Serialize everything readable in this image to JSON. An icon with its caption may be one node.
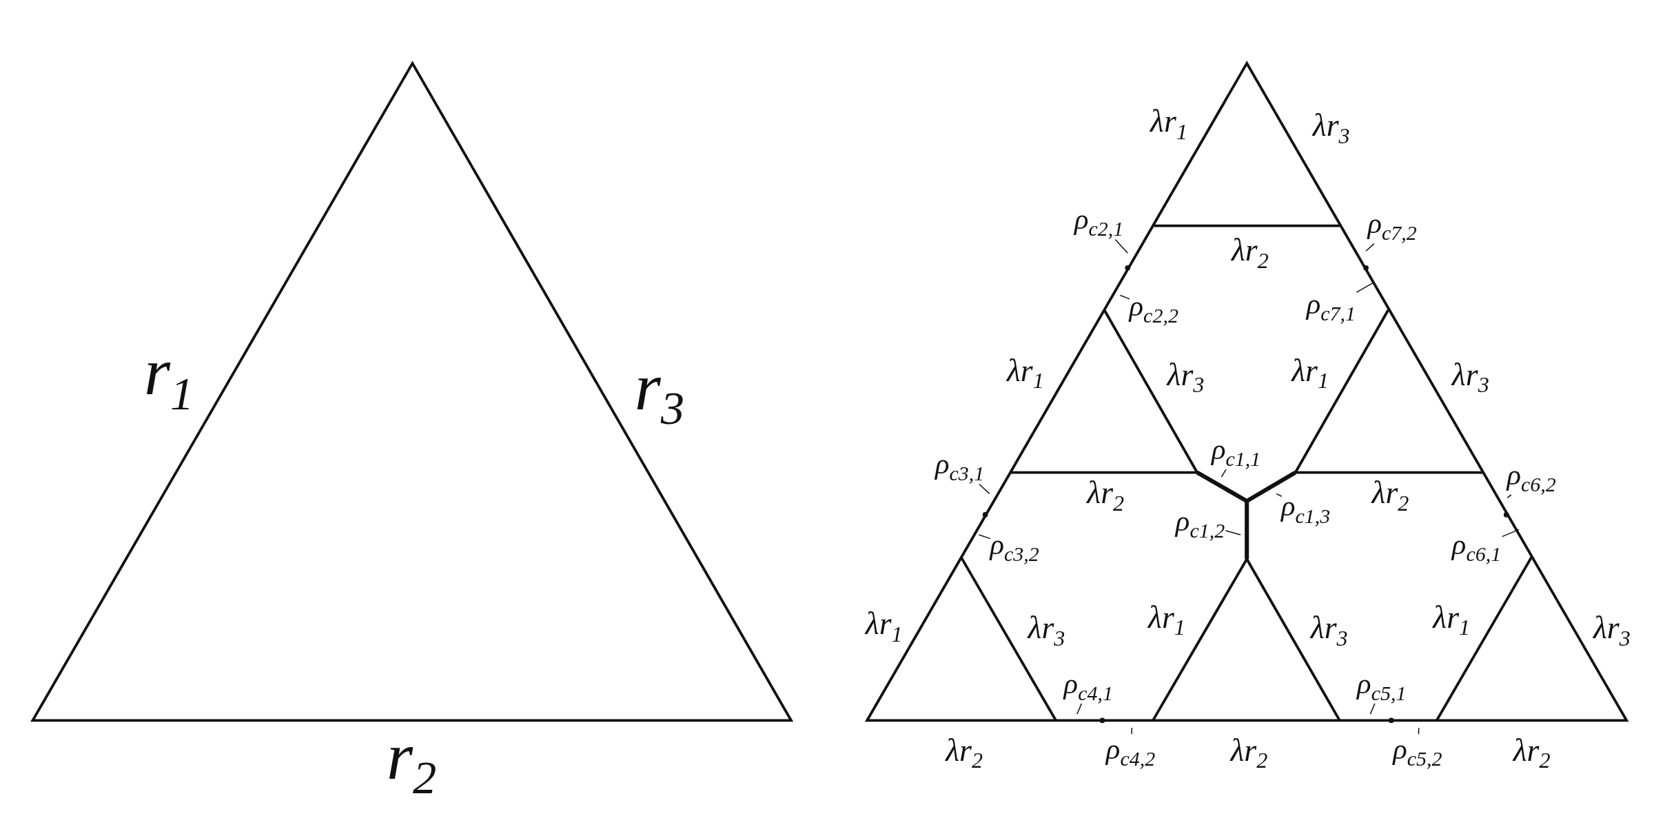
{
  "diagram": {
    "nodes": [
      {
        "text": [
          "ρ$_{c2,1}$"
        ]
      },
      {
        "text": [
          "ρ$_{c7,2}$"
        ]
      },
      {
        "text": [
          "ρ$_{c2,2}$"
        ]
      },
      {
        "text": [
          "ρ$_{c7,1}$"
        ]
      },
      {
        "text": [
          "ρ$_{c1,1}$"
        ]
      },
      {
        "text": [
          "ρ$_{c3,1}$"
        ]
      },
      {
        "text": [
          "ρ$_{c6,2}$"
        ]
      },
      {
        "text": [
          "ρ$_{c1,3}$"
        ]
      },
      {
        "text": [
          "ρ$_{c1,2}$"
        ]
      },
      {
        "text": [
          "ρ$_{c3,2}$"
        ]
      },
      {
        "text": [
          "ρ$_{c6,1}$"
        ]
      },
      {
        "text": [
          "ρ$_{c4,1}$"
        ]
      },
      {
        "text": [
          "ρ$_{c5,1}$"
        ]
      },
      {
        "text": [
          "ρ$_{c4,2}$"
        ]
      },
      {
        "text": [
          "ρ$_{c5,2}$"
        ]
      }
    ],
    "edges": [
      {
        "from": 0,
        "to": null,
        "arrow": "none"
      },
      {
        "from": 1,
        "to": null,
        "arrow": "none"
      },
      {
        "from": 2,
        "to": null,
        "arrow": "none"
      },
      {
        "from": 3,
        "to": null,
        "arrow": "none"
      },
      {
        "from": 4,
        "to": null,
        "arrow": "none"
      },
      {
        "from": 5,
        "to": null,
        "arrow": "none"
      },
      {
        "from": 6,
        "to": null,
        "arrow": "none"
      },
      {
        "from": 7,
        "to": null,
        "arrow": "none"
      },
      {
        "from": 8,
        "to": null,
        "arrow": "none"
      },
      {
        "from": 9,
        "to": null,
        "arrow": "none"
      },
      {
        "from": 10,
        "to": null,
        "arrow": "none"
      },
      {
        "from": 11,
        "to": null,
        "arrow": "none"
      },
      {
        "from": 12,
        "to": null,
        "arrow": "none"
      },
      {
        "from": 13,
        "to": null,
        "arrow": "none"
      },
      {
        "from": 14,
        "to": null,
        "arrow": "none"
      }
    ],
    "labels": [
      "r$_{1}$",
      "r$_{3}$",
      "r$_{2}$",
      "λr$_{1}$",
      "λr$_{3}$",
      "λr$_{2}$",
      "λr$_{1}$",
      "λr$_{3}$",
      "λr$_{1}$",
      "λr$_{3}$",
      "λr$_{2}$",
      "λr$_{2}$",
      "λr$_{1}$",
      "λr$_{3}$",
      "λr$_{1}$",
      "λr$_{3}$",
      "λr$_{1}$",
      "λr$_{3}$",
      "λr$_{2}$",
      "λr$_{2}$",
      "λr$_{2}$"
    ]
  }
}
